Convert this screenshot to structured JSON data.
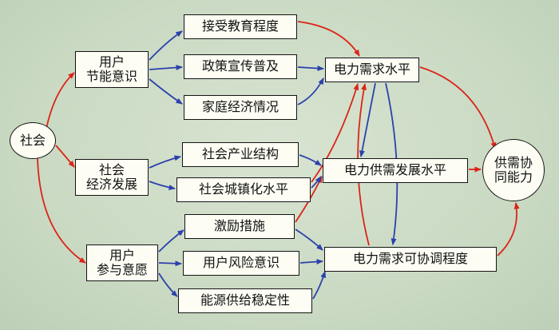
{
  "diagram": {
    "type": "causal-influence-diagram",
    "language": "zh-CN",
    "topic": "供需协同能力影响因素图 (factors influencing supply-demand synergy capability)"
  },
  "colors": {
    "red": "#dd2318",
    "blue": "#2b41ab",
    "node_bg": "#fdfdf4",
    "node_border": "#141414",
    "background": "#c9d9c2"
  },
  "nodes": {
    "society": {
      "label": "社会",
      "shape": "ellipse"
    },
    "user_saving": {
      "label": "用户\n节能意识",
      "shape": "rect"
    },
    "social_econ": {
      "label": "社会\n经济发展",
      "shape": "rect"
    },
    "user_willing": {
      "label": "用户\n参与意愿",
      "shape": "rect"
    },
    "education": {
      "label": "接受教育程度",
      "shape": "rect"
    },
    "policy": {
      "label": "政策宣传普及",
      "shape": "rect"
    },
    "family": {
      "label": "家庭经济情况",
      "shape": "rect"
    },
    "industry": {
      "label": "社会产业结构",
      "shape": "rect"
    },
    "urbanization": {
      "label": "社会城镇化水平",
      "shape": "rect"
    },
    "incentive": {
      "label": "激励措施",
      "shape": "rect"
    },
    "risk": {
      "label": "用户风险意识",
      "shape": "rect"
    },
    "energy": {
      "label": "能源供给稳定性",
      "shape": "rect"
    },
    "demand_level": {
      "label": "电力需求水平",
      "shape": "rect"
    },
    "supply_demand_dev": {
      "label": "电力供需发展水平",
      "shape": "rect"
    },
    "demand_coord": {
      "label": "电力需求可协调程度",
      "shape": "rect"
    },
    "synergy": {
      "label": "供需协\n同能力",
      "shape": "ellipse"
    }
  },
  "edges": [
    {
      "from": "society",
      "to": "user_saving",
      "color": "red"
    },
    {
      "from": "society",
      "to": "social_econ",
      "color": "red"
    },
    {
      "from": "society",
      "to": "user_willing",
      "color": "red"
    },
    {
      "from": "education",
      "to": "demand_level",
      "color": "red"
    },
    {
      "from": "urbanization",
      "to": "demand_level",
      "color": "red"
    },
    {
      "from": "demand_coord",
      "to": "demand_level",
      "color": "red"
    },
    {
      "from": "incentive",
      "to": "supply_demand_dev",
      "color": "red"
    },
    {
      "from": "demand_level",
      "to": "synergy",
      "color": "red"
    },
    {
      "from": "supply_demand_dev",
      "to": "synergy",
      "color": "red"
    },
    {
      "from": "demand_coord",
      "to": "synergy",
      "color": "red"
    },
    {
      "from": "user_saving",
      "to": "education",
      "color": "blue"
    },
    {
      "from": "user_saving",
      "to": "policy",
      "color": "blue"
    },
    {
      "from": "user_saving",
      "to": "family",
      "color": "blue"
    },
    {
      "from": "social_econ",
      "to": "industry",
      "color": "blue"
    },
    {
      "from": "social_econ",
      "to": "urbanization",
      "color": "blue"
    },
    {
      "from": "user_willing",
      "to": "incentive",
      "color": "blue"
    },
    {
      "from": "user_willing",
      "to": "risk",
      "color": "blue"
    },
    {
      "from": "user_willing",
      "to": "energy",
      "color": "blue"
    },
    {
      "from": "policy",
      "to": "demand_level",
      "color": "blue"
    },
    {
      "from": "family",
      "to": "demand_level",
      "color": "blue"
    },
    {
      "from": "industry",
      "to": "supply_demand_dev",
      "color": "blue"
    },
    {
      "from": "urbanization",
      "to": "supply_demand_dev",
      "color": "blue"
    },
    {
      "from": "risk",
      "to": "demand_coord",
      "color": "blue"
    },
    {
      "from": "energy",
      "to": "demand_coord",
      "color": "blue"
    },
    {
      "from": "incentive",
      "to": "demand_coord",
      "color": "blue"
    },
    {
      "from": "demand_level",
      "to": "supply_demand_dev",
      "color": "blue"
    },
    {
      "from": "demand_level",
      "to": "demand_coord",
      "color": "blue"
    }
  ]
}
